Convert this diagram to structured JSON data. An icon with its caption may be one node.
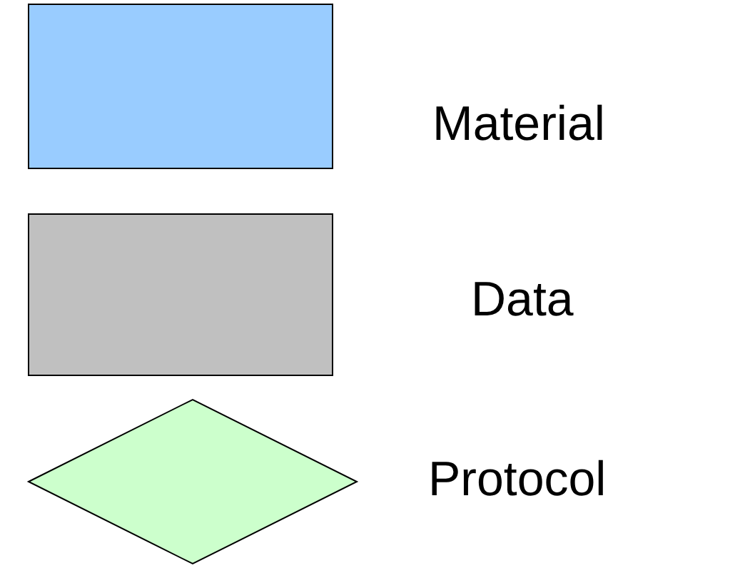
{
  "diagram": {
    "legend": [
      {
        "text": "Material",
        "color": "#99ccff"
      },
      {
        "text": "Data",
        "color": "#c0c0c0"
      },
      {
        "text": "Protocol",
        "color": "#ccffcc"
      }
    ]
  }
}
